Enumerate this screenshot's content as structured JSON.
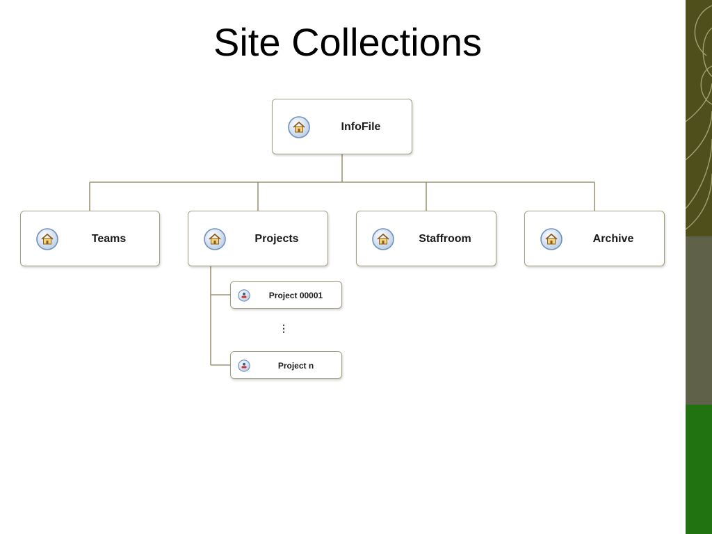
{
  "title": "Site Collections",
  "diagram": {
    "root": {
      "label": "InfoFile",
      "icon": "home-icon"
    },
    "children": [
      {
        "label": "Teams",
        "icon": "home-icon"
      },
      {
        "label": "Projects",
        "icon": "home-icon"
      },
      {
        "label": "Staffroom",
        "icon": "home-icon"
      },
      {
        "label": "Archive",
        "icon": "home-icon"
      }
    ],
    "project_sites": [
      {
        "label": "Project 00001",
        "icon": "project-site-icon"
      },
      {
        "label": "Project n",
        "icon": "project-site-icon"
      }
    ],
    "ellipsis": "⋮"
  },
  "colors": {
    "band_top": "#4f4f1c",
    "band_middle": "#5f6248",
    "band_bottom": "#217211",
    "node_border": "#a39d82",
    "connector": "#9b9678"
  }
}
